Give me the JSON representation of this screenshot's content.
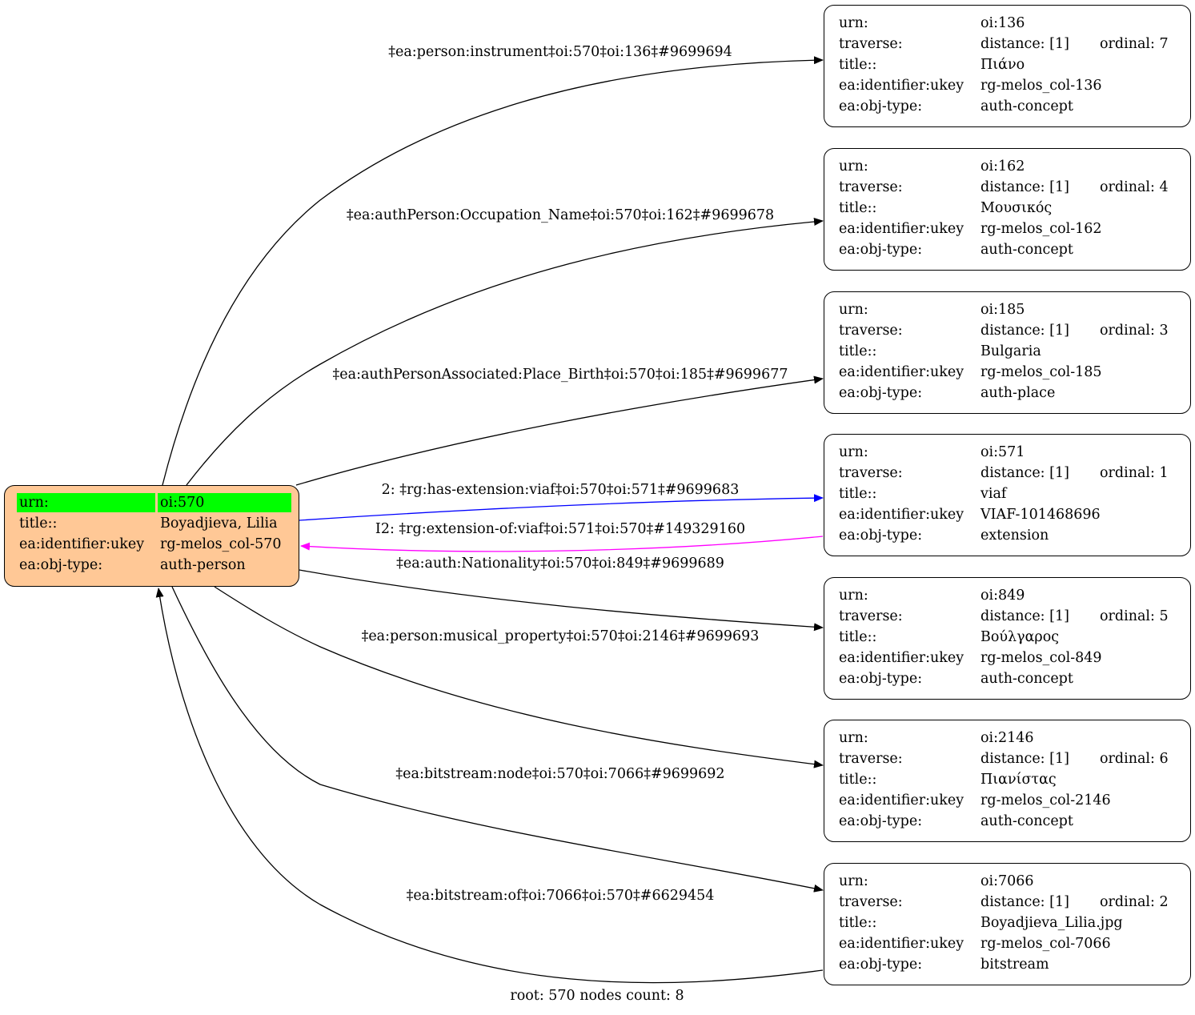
{
  "root": {
    "rows": [
      {
        "key": "urn:",
        "value": "oi:570"
      },
      {
        "key": "title::",
        "value": "Boyadjieva, Lilia"
      },
      {
        "key": "ea:identifier:ukey",
        "value": "rg-melos_col-570"
      },
      {
        "key": "ea:obj-type:",
        "value": "auth-person"
      }
    ]
  },
  "nodes": [
    {
      "urn": "oi:136",
      "distance": "distance: [1]",
      "ordinal": "ordinal: 7",
      "title": "Πιάνο",
      "ukey": "rg-melos_col-136",
      "objtype": "auth-concept"
    },
    {
      "urn": "oi:162",
      "distance": "distance: [1]",
      "ordinal": "ordinal: 4",
      "title": "Μουσικός",
      "ukey": "rg-melos_col-162",
      "objtype": "auth-concept"
    },
    {
      "urn": "oi:185",
      "distance": "distance: [1]",
      "ordinal": "ordinal: 3",
      "title": "Bulgaria",
      "ukey": "rg-melos_col-185",
      "objtype": "auth-place"
    },
    {
      "urn": "oi:571",
      "distance": "distance: [1]",
      "ordinal": "ordinal: 1",
      "title": "viaf",
      "ukey": "VIAF-101468696",
      "objtype": "extension"
    },
    {
      "urn": "oi:849",
      "distance": "distance: [1]",
      "ordinal": "ordinal: 5",
      "title": "Βούλγαρος",
      "ukey": "rg-melos_col-849",
      "objtype": "auth-concept"
    },
    {
      "urn": "oi:2146",
      "distance": "distance: [1]",
      "ordinal": "ordinal: 6",
      "title": "Πιανίστας",
      "ukey": "rg-melos_col-2146",
      "objtype": "auth-concept"
    },
    {
      "urn": "oi:7066",
      "distance": "distance: [1]",
      "ordinal": "ordinal: 2",
      "title": "Boyadjieva_Lilia.jpg",
      "ukey": "rg-melos_col-7066",
      "objtype": "bitstream"
    }
  ],
  "row_keys": {
    "urn": "urn:",
    "traverse": "traverse:",
    "title": "title::",
    "ukey": "ea:identifier:ukey",
    "objtype": "ea:obj-type:"
  },
  "edges": [
    {
      "label": "‡ea:person:instrument‡oi:570‡oi:136‡#9699694",
      "color": "#000000"
    },
    {
      "label": "‡ea:authPerson:Occupation_Name‡oi:570‡oi:162‡#9699678",
      "color": "#000000"
    },
    {
      "label": "‡ea:authPersonAssociated:Place_Birth‡oi:570‡oi:185‡#9699677",
      "color": "#000000"
    },
    {
      "label": "2: ‡rg:has-extension:viaf‡oi:570‡oi:571‡#9699683",
      "color": "#0000ff"
    },
    {
      "label": "I2: ‡rg:extension-of:viaf‡oi:571‡oi:570‡#149329160",
      "color": "#ff00ff"
    },
    {
      "label": "‡ea:auth:Nationality‡oi:570‡oi:849‡#9699689",
      "color": "#000000"
    },
    {
      "label": "‡ea:person:musical_property‡oi:570‡oi:2146‡#9699693",
      "color": "#000000"
    },
    {
      "label": "‡ea:bitstream:node‡oi:570‡oi:7066‡#9699692",
      "color": "#000000"
    },
    {
      "label": "‡ea:bitstream:of‡oi:7066‡oi:570‡#6629454",
      "color": "#000000"
    }
  ],
  "footer": "root: 570 nodes count: 8",
  "colors": {
    "root_fill": "#ffc896",
    "root_highlight": "#00ff00",
    "has_extension": "#0000ff",
    "extension_of": "#ff00ff"
  }
}
